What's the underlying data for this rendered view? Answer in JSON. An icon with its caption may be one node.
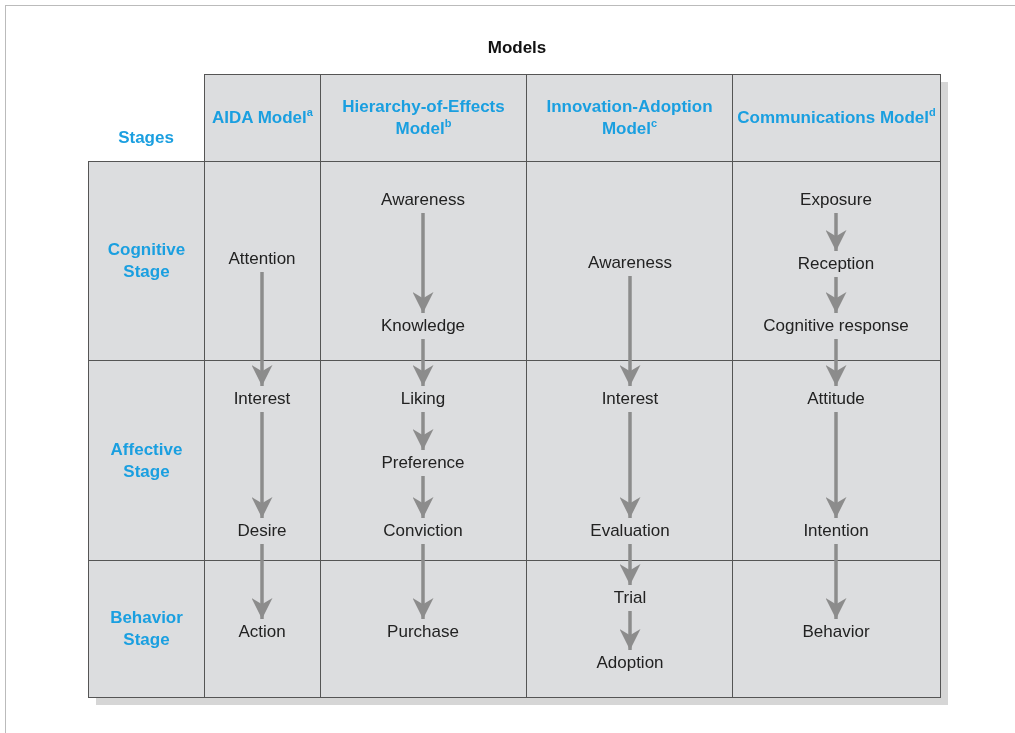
{
  "diagram": {
    "nodes": [
      {
        "text": [
          "AIDA Model$^{a}$"
        ]
      },
      {
        "text": [
          "Hierarchy-of-Effects Model$^{b}$"
        ]
      },
      {
        "text": [
          "Innovation-Adoption Model$^{c}$"
        ]
      },
      {
        "text": [
          "Communications Model$^{d}$"
        ]
      },
      {
        "text": [
          "Cognitive Stage"
        ]
      },
      {
        "text": [
          "Affective Stage"
        ]
      },
      {
        "text": [
          "Behavior Stage"
        ]
      },
      {
        "text": [
          "Attention"
        ]
      },
      {
        "text": [
          "Interest"
        ]
      },
      {
        "text": [
          "Desire"
        ]
      },
      {
        "text": [
          "Action"
        ]
      },
      {
        "text": [
          "Awareness"
        ]
      },
      {
        "text": [
          "Knowledge"
        ]
      },
      {
        "text": [
          "Liking"
        ]
      },
      {
        "text": [
          "Preference"
        ]
      },
      {
        "text": [
          "Conviction"
        ]
      },
      {
        "text": [
          "Purchase"
        ]
      },
      {
        "text": [
          "Awareness"
        ]
      },
      {
        "text": [
          "Interest"
        ]
      },
      {
        "text": [
          "Evaluation"
        ]
      },
      {
        "text": [
          "Trial"
        ]
      },
      {
        "text": [
          "Adoption"
        ]
      },
      {
        "text": [
          "Exposure"
        ]
      },
      {
        "text": [
          "Reception"
        ]
      },
      {
        "text": [
          "Cognitive response"
        ]
      },
      {
        "text": [
          "Attitude"
        ]
      },
      {
        "text": [
          "Intention"
        ]
      },
      {
        "text": [
          "Behavior"
        ]
      }
    ],
    "edges": [
      {
        "from": 7,
        "to": 8,
        "arrow": "to"
      },
      {
        "from": 8,
        "to": 9,
        "arrow": "to"
      },
      {
        "from": 9,
        "to": 10,
        "arrow": "to"
      },
      {
        "from": 11,
        "to": 12,
        "arrow": "to"
      },
      {
        "from": 12,
        "to": 13,
        "arrow": "to"
      },
      {
        "from": 13,
        "to": 14,
        "arrow": "to"
      },
      {
        "from": 14,
        "to": 15,
        "arrow": "to"
      },
      {
        "from": 15,
        "to": 16,
        "arrow": "to"
      },
      {
        "from": 17,
        "to": 18,
        "arrow": "to"
      },
      {
        "from": 18,
        "to": 19,
        "arrow": "to"
      },
      {
        "from": 19,
        "to": 20,
        "arrow": "to"
      },
      {
        "from": 20,
        "to": 21,
        "arrow": "to"
      },
      {
        "from": 22,
        "to": 23,
        "arrow": "to"
      },
      {
        "from": 23,
        "to": 24,
        "arrow": "to"
      },
      {
        "from": 24,
        "to": 25,
        "arrow": "to"
      },
      {
        "from": 25,
        "to": 26,
        "arrow": "to"
      },
      {
        "from": 26,
        "to": 27,
        "arrow": "to"
      }
    ],
    "labels": [
      "Models",
      "Stages"
    ]
  }
}
